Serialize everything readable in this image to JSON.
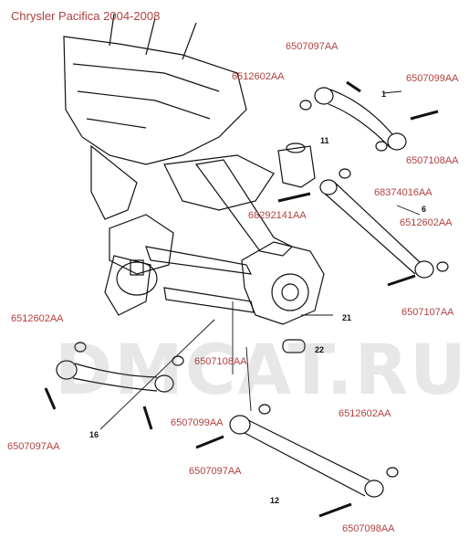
{
  "title": "Chrysler Pacifica  2004-2008",
  "watermark": "DMCAT.RU",
  "part_labels": [
    {
      "id": "pn-1",
      "text": "6507097AA"
    },
    {
      "id": "pn-2",
      "text": "6512602AA"
    },
    {
      "id": "pn-3",
      "text": "6507099AA"
    },
    {
      "id": "pn-4",
      "text": "6507108AA"
    },
    {
      "id": "pn-5",
      "text": "68374016AA"
    },
    {
      "id": "pn-6",
      "text": "68292141AA"
    },
    {
      "id": "pn-7",
      "text": "6512602AA"
    },
    {
      "id": "pn-8",
      "text": "6507107AA"
    },
    {
      "id": "pn-9",
      "text": "6512602AA"
    },
    {
      "id": "pn-10",
      "text": "6507108AA"
    },
    {
      "id": "pn-11",
      "text": "6507099AA"
    },
    {
      "id": "pn-12",
      "text": "6507097AA"
    },
    {
      "id": "pn-13",
      "text": "6512602AA"
    },
    {
      "id": "pn-14",
      "text": "6507097AA"
    },
    {
      "id": "pn-15",
      "text": "6507098AA"
    }
  ],
  "ref_numbers": [
    {
      "id": "ref-1",
      "text": "1"
    },
    {
      "id": "ref-11",
      "text": "11"
    },
    {
      "id": "ref-6",
      "text": "6"
    },
    {
      "id": "ref-21",
      "text": "21"
    },
    {
      "id": "ref-22",
      "text": "22"
    },
    {
      "id": "ref-16",
      "text": "16"
    },
    {
      "id": "ref-12",
      "text": "12"
    }
  ]
}
